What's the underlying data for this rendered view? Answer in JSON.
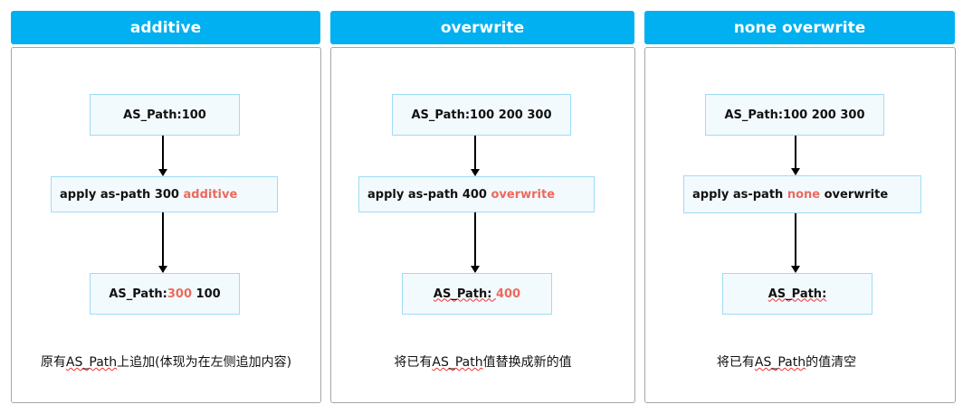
{
  "colors": {
    "header": "#00b0f0",
    "highlight": "#ec6a5c"
  },
  "panels": [
    {
      "title": "additive",
      "box1": "AS_Path:100",
      "box2": {
        "pre": "apply as-path 300 ",
        "hl": "additive",
        "post": ""
      },
      "box3": {
        "pre": "AS_Path:",
        "hl": "300",
        "post": " 100"
      },
      "caption": {
        "pre": "原有",
        "term": "AS_Path",
        "post": "上追加(体现为在左侧追加内容)"
      }
    },
    {
      "title": "overwrite",
      "box1": "AS_Path:100 200 300",
      "box2": {
        "pre": "apply as-path 400 ",
        "hl": "overwrite",
        "post": ""
      },
      "box3": {
        "pre": "AS_Path: ",
        "hl": "400",
        "post": ""
      },
      "caption": {
        "pre": "将已有",
        "term": "AS_Path",
        "post": "值替换成新的值"
      }
    },
    {
      "title": "none overwrite",
      "box1": "AS_Path:100 200 300",
      "box2": {
        "pre": "apply as-path ",
        "hl": "none",
        "post": " overwrite"
      },
      "box3": {
        "pre": "AS_Path:",
        "hl": "",
        "post": ""
      },
      "caption": {
        "pre": "将已有",
        "term": "AS_Path",
        "post": "的值清空"
      }
    }
  ]
}
